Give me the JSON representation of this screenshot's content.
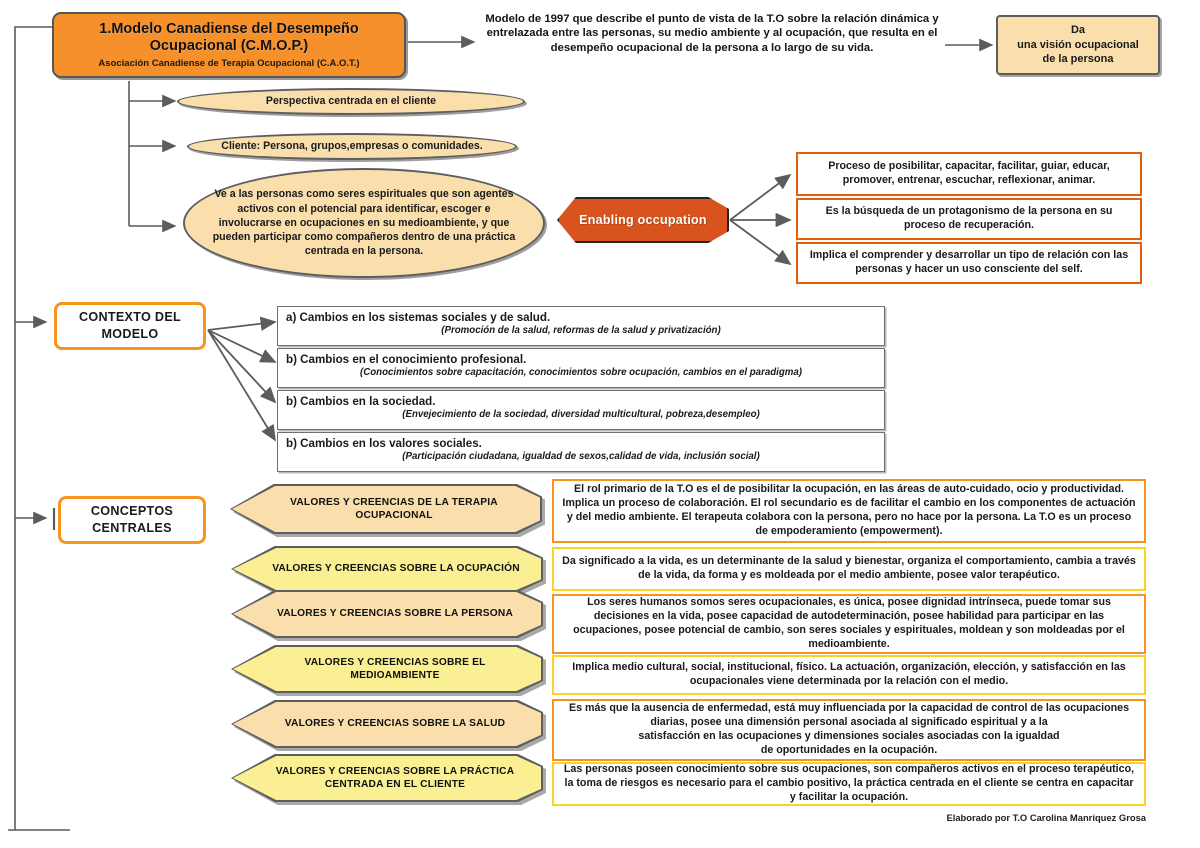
{
  "title": {
    "main_line1": "1.Modelo Canadiense del Desempeño",
    "main_line2": "Ocupacional (C.M.O.P.)",
    "subtitle": "Asociación Canadiense de Terapia Ocupacional (C.A.O.T.)"
  },
  "description": "Modelo de 1997 que describe el punto de vista de la T.O sobre la relación dinámica y entrelazada entre las personas, su medio ambiente y al ocupación, que resulta en el desempeño ocupacional de la persona a lo largo de su vida.",
  "result_box": "Da\nuna visión ocupacional\nde la persona",
  "ovals": [
    "Perspectiva centrada en el cliente",
    "Cliente: Persona, grupos,empresas o comunidades.",
    "Ve a las personas como seres espirituales que son agentes\nactivos con el potencial para identificar, escoger e involucrarse en ocupaciones en su medioambiente, y que pueden participar como compañeros dentro de una práctica centrada en la persona."
  ],
  "enabling": {
    "label": "Enabling occupation",
    "items": [
      "Proceso de posibilitar, capacitar, facilitar, guiar, educar, promover, entrenar, escuchar, reflexionar, animar.",
      "Es la búsqueda de un protagonismo de la persona en su proceso de recuperación.",
      "Implica el comprender y desarrollar un tipo de relación con las personas y hacer un uso consciente del self."
    ]
  },
  "contexto": {
    "label": "CONTEXTO DEL\nMODELO",
    "items": [
      {
        "heading": "a) Cambios en los sistemas sociales y de salud.",
        "detail": "(Promoción de la salud, reformas de la salud y privatización)"
      },
      {
        "heading": "b) Cambios en el conocimiento profesional.",
        "detail": "(Conocimientos sobre capacitación, conocimientos sobre ocupación, cambios en el paradigma)"
      },
      {
        "heading": "b) Cambios en la sociedad.",
        "detail": "(Envejecimiento de la sociedad, diversidad multicultural, pobreza,desempleo)"
      },
      {
        "heading": "b) Cambios en los valores sociales.",
        "detail": "(Participación ciudadana, igualdad de sexos,calidad de vida, inclusión social)"
      }
    ]
  },
  "conceptos": {
    "label": "CONCEPTOS\nCENTRALES",
    "rows": [
      {
        "chevron": "VALORES Y CREENCIAS DE LA TERAPIA OCUPACIONAL",
        "chevron_fill": "#FADFAD",
        "box_border": "#F7941E",
        "text": "El rol primario de la T.O es el de posibilitar la ocupación, en las áreas de auto-cuidado, ocio y productividad. Implica un proceso de colaboración. El rol secundario es de facilitar el cambio en los componentes de actuación y del medio ambiente. El terapeuta colabora con la persona, pero no hace por la persona. La T.O es un proceso de empoderamiento (empowerment)."
      },
      {
        "chevron": "VALORES Y CREENCIAS SOBRE LA OCUPACIÓN",
        "chevron_fill": "#FAF093",
        "box_border": "#FBD324",
        "text": "Da significado a la vida, es un determinante de la salud y bienestar, organiza el comportamiento, cambia a través de la vida, da forma y es moldeada por el medio ambiente, posee valor terapéutico."
      },
      {
        "chevron": "VALORES Y CREENCIAS SOBRE LA PERSONA",
        "chevron_fill": "#FADFAD",
        "box_border": "#F7941E",
        "text": "Los seres humanos somos seres ocupacionales, es única, posee dignidad intrínseca, puede tomar sus decisiones en la vida, posee capacidad de autodeterminación, posee habilidad para participar en las ocupaciones, posee potencial de cambio, son seres sociales y espirituales, moldean y son moldeadas por el medioambiente."
      },
      {
        "chevron": "VALORES Y CREENCIAS SOBRE EL MEDIOAMBIENTE",
        "chevron_fill": "#FAF093",
        "box_border": "#FBD324",
        "text": "Implica medio cultural, social, institucional, físico. La actuación, organización, elección, y satisfacción en las ocupacionales viene determinada por la relación con el medio."
      },
      {
        "chevron": "VALORES Y CREENCIAS SOBRE LA SALUD",
        "chevron_fill": "#FADFAD",
        "box_border": "#F7941E",
        "text": "Es más que la ausencia de enfermedad, está muy influenciada por la capacidad de control de las ocupaciones diarias, posee una dimensión personal asociada al significado espiritual y a la\nsatisfacción en las ocupaciones y dimensiones sociales asociadas con la igualdad\nde oportunidades en la ocupación."
      },
      {
        "chevron": "VALORES Y CREENCIAS SOBRE LA PRÁCTICA CENTRADA EN EL CLIENTE",
        "chevron_fill": "#FAF093",
        "box_border": "#FBD324",
        "text": "Las personas poseen conocimiento sobre sus ocupaciones, son compañeros activos en el proceso terapéutico, la toma de riesgos es necesario para el cambio positivo, la práctica centrada en el cliente se centra en capacitar y facilitar la ocupación."
      }
    ]
  },
  "credit": "Elaborado por T.O Carolina Manríquez Grosa",
  "colors": {
    "title_fill": "#F5902B",
    "cream": "#FADFAD",
    "yellow": "#FAF093",
    "orange_border": "#F7941E",
    "deep_orange": "#D9531E",
    "yellow_border": "#FBD324",
    "gray_border": "#6E7072"
  }
}
